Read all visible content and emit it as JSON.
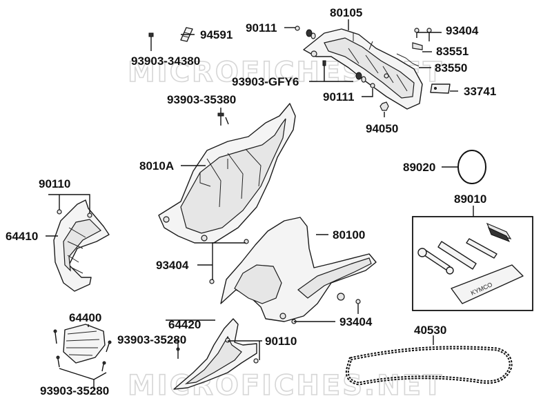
{
  "watermark": "MICROFICHES.NET",
  "labels": {
    "p80105": "80105",
    "p90111a": "90111",
    "p94591": "94591",
    "p93903_34380": "93903-34380",
    "p93404a": "93404",
    "p83551": "83551",
    "p83550": "83550",
    "p93903_gfy6": "93903-GFY6",
    "p33741": "33741",
    "p90111b": "90111",
    "p93903_35380": "93903-35380",
    "p94050": "94050",
    "p8010a": "8010A",
    "p89020": "89020",
    "p90110a": "90110",
    "p89010": "89010",
    "p64410": "64410",
    "p80100": "80100",
    "p93404b": "93404",
    "p93404c": "93404",
    "p64400": "64400",
    "p64420": "64420",
    "p40530": "40530",
    "p93903_35280a": "93903-35280",
    "p90110b": "90110",
    "p93903_35280b": "93903-35280"
  },
  "toolkit_brand": "KYMCO"
}
